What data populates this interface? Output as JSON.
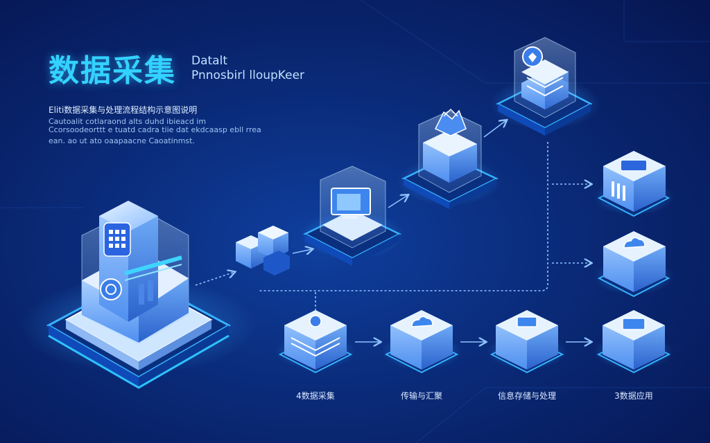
{
  "header": {
    "title": "数据采集",
    "subtitle_line1": "Datalt",
    "subtitle_line2": "Pnnosbirl lloupKeer",
    "desc_line1": "Eliti数据采集与处理流程结构示意图说明",
    "desc_line2": "Cautoalit cotlaraond     alts duhd ibieacd im",
    "desc_line3": "Ccorsoodeorttt e tuatd cadra tiie dat ekdcaasp ebll rrea",
    "desc_line4": "ean. ao ut ato oaapaacne Caoatinmst."
  },
  "captions": {
    "c1": "4数据采集",
    "c2": "传输与汇聚",
    "c3": "信息存储与处理",
    "c4": "3数据应用"
  },
  "colors": {
    "accent": "#33d2ff",
    "cube": "#9cc8ff",
    "platform": "#1f8cff",
    "background": "#0a2a78"
  },
  "icons": {
    "server": "server-keypad-icon",
    "database": "database-stack-icon",
    "cloud": "cloud-icon",
    "monitor": "monitor-icon",
    "ship": "ship-icon",
    "grid": "grid-panel-icon"
  }
}
